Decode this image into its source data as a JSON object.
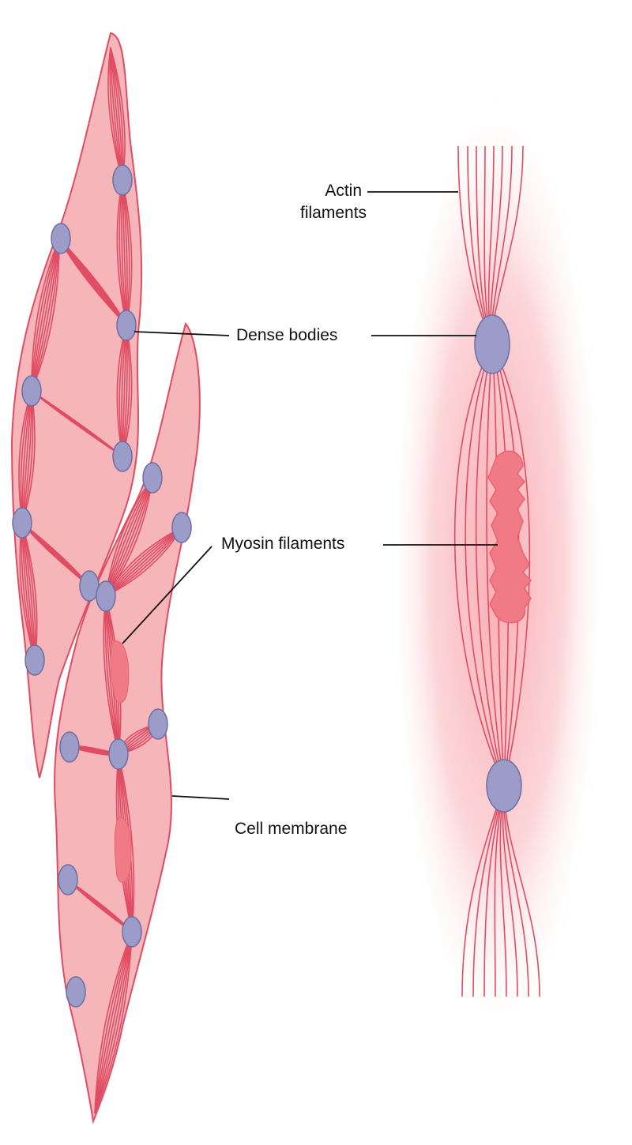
{
  "labels": {
    "actin_line1": "Actin",
    "actin_line2": "filaments",
    "dense_bodies": "Dense bodies",
    "myosin_filaments": "Myosin filaments",
    "cell_membrane": "Cell membrane"
  },
  "colors": {
    "cell_fill": "#f5b5b9",
    "cell_stroke": "#e04c63",
    "filament": "#e04c63",
    "dense_body": "#9c9cc9",
    "dense_body_stroke": "#6e6ea3",
    "myosin": "#f07a86",
    "glow": "#fbd3d6"
  }
}
